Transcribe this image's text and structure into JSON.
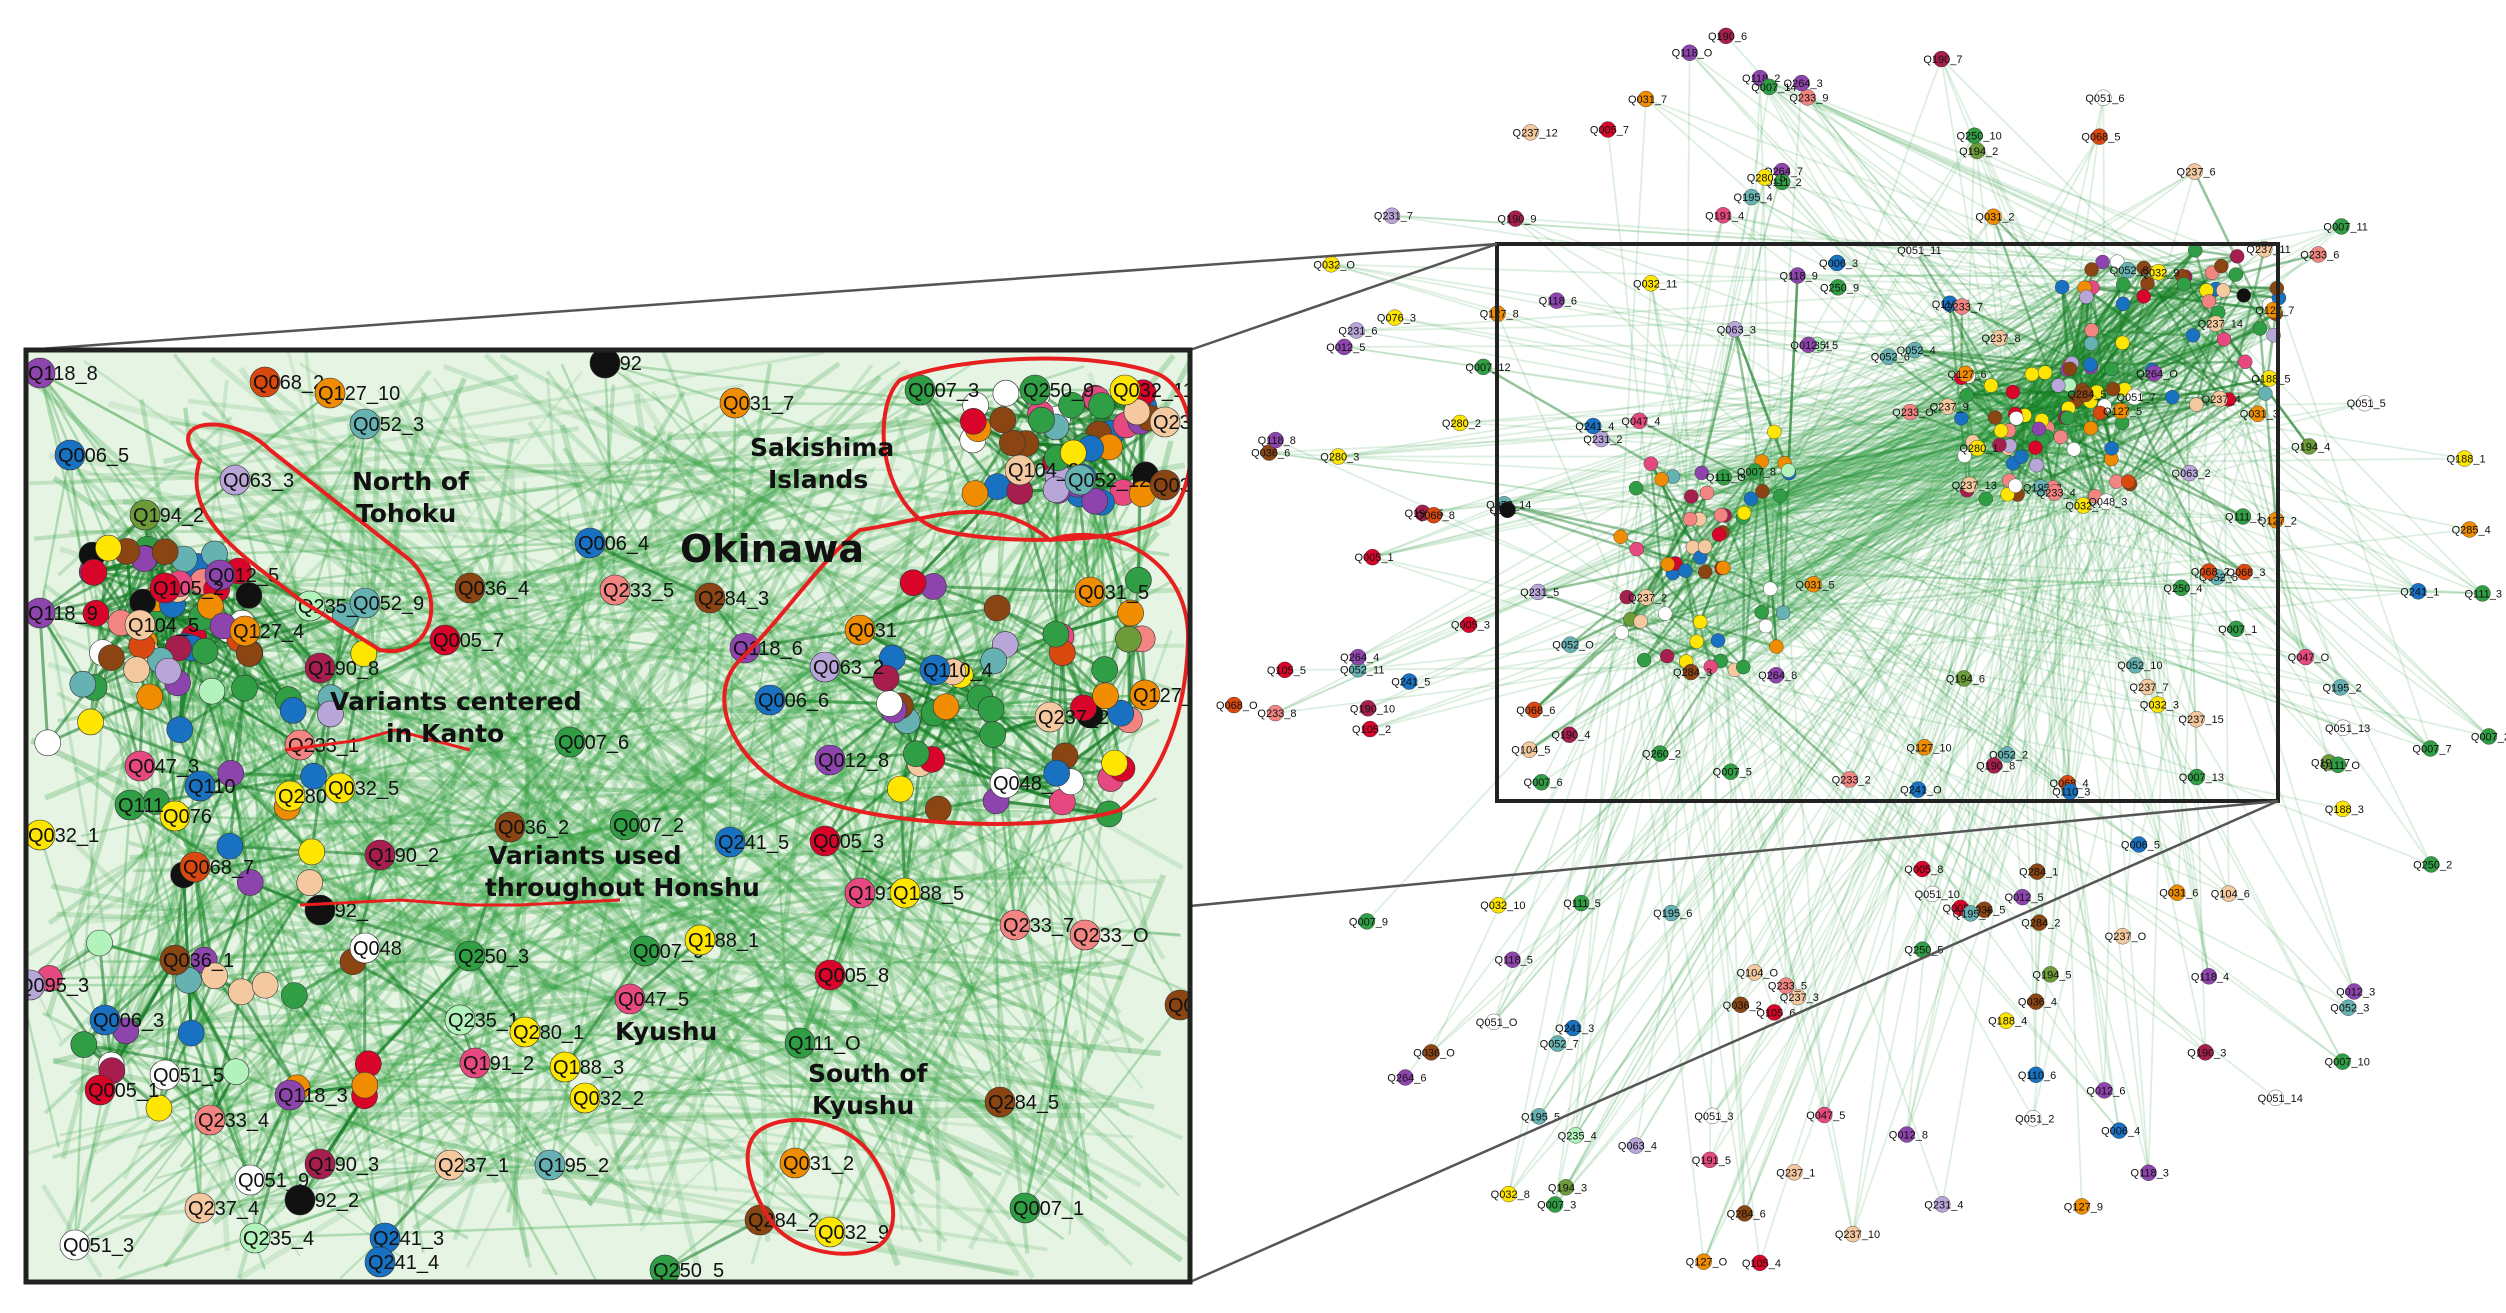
{
  "regions": {
    "okinawa": "Okinawa",
    "sakishima": [
      "Sakishima",
      "Islands"
    ],
    "north_tohoku": [
      "North of",
      "Tohoku"
    ],
    "kanto": [
      "Variants centered",
      "in Kanto"
    ],
    "honshu": [
      "Variants used",
      "throughout Honshu"
    ],
    "kyushu": "Kyushu",
    "south_kyushu": [
      "South of",
      "Kyushu"
    ]
  },
  "colors": {
    "edge": "#2e9e3c",
    "edge_dark": "#137a22",
    "highlight": "#e81f1f",
    "frame": "#222222"
  },
  "inset_nodes": [
    {
      "label": "Q118_8",
      "color": "#8e44ad"
    },
    {
      "label": "Q068_2",
      "color": "#d9480f"
    },
    {
      "label": "Q127_10",
      "color": "#f08c00"
    },
    {
      "label": "Q192",
      "color": "#111111"
    },
    {
      "label": "Q031_7",
      "color": "#f08c00"
    },
    {
      "label": "Q007_3",
      "color": "#2f9e44"
    },
    {
      "label": "Q250_9",
      "color": "#2f9e44"
    },
    {
      "label": "Q032_11",
      "color": "#ffe600"
    },
    {
      "label": "Q237_",
      "color": "#f5c9a0"
    },
    {
      "label": "Q052_3",
      "color": "#66b2b2"
    },
    {
      "label": "Q006_5",
      "color": "#1971c2"
    },
    {
      "label": "Q063_3",
      "color": "#b8a6d9"
    },
    {
      "label": "Q194_2",
      "color": "#6d9b3a"
    },
    {
      "label": "Q104_2",
      "color": "#f5c9a0"
    },
    {
      "label": "Q052_12",
      "color": "#66b2b2"
    },
    {
      "label": "Q036",
      "color": "#8b4513"
    },
    {
      "label": "Q006_4",
      "color": "#1971c2"
    },
    {
      "label": "Q012_5",
      "color": "#8e44ad"
    },
    {
      "label": "Q105_2",
      "color": "#d90429"
    },
    {
      "label": "Q036_4",
      "color": "#8b4513"
    },
    {
      "label": "Q233_5",
      "color": "#f28482"
    },
    {
      "label": "Q284_3",
      "color": "#8b4513"
    },
    {
      "label": "Q118_9",
      "color": "#8e44ad"
    },
    {
      "label": "Q104_5",
      "color": "#f5c9a0"
    },
    {
      "label": "Q127_4",
      "color": "#f08c00"
    },
    {
      "label": "Q235_",
      "color": "#b2f2bb"
    },
    {
      "label": "Q052_9",
      "color": "#66b2b2"
    },
    {
      "label": "Q005_7",
      "color": "#d90429"
    },
    {
      "label": "Q190_8",
      "color": "#a61e4d"
    },
    {
      "label": "Q118_6",
      "color": "#8e44ad"
    },
    {
      "label": "Q031",
      "color": "#f08c00"
    },
    {
      "label": "Q031_5",
      "color": "#f08c00"
    },
    {
      "label": "Q063_2",
      "color": "#b8a6d9"
    },
    {
      "label": "Q110_4",
      "color": "#1971c2"
    },
    {
      "label": "Q006_6",
      "color": "#1971c2"
    },
    {
      "label": "Q012_8",
      "color": "#8e44ad"
    },
    {
      "label": "Q127_",
      "color": "#f08c00"
    },
    {
      "label": "Q237_2",
      "color": "#f5c9a0"
    },
    {
      "label": "Q048_",
      "color": "#ffffff"
    },
    {
      "label": "Q007_6",
      "color": "#2f9e44"
    },
    {
      "label": "Q233_1",
      "color": "#f28482"
    },
    {
      "label": "Q047_3",
      "color": "#e64980"
    },
    {
      "label": "Q110",
      "color": "#1971c2"
    },
    {
      "label": "Q280",
      "color": "#ffe600"
    },
    {
      "label": "Q032_5",
      "color": "#ffe600"
    },
    {
      "label": "Q032_1",
      "color": "#ffe600"
    },
    {
      "label": "Q076",
      "color": "#ffe600"
    },
    {
      "label": "Q036_2",
      "color": "#8b4513"
    },
    {
      "label": "Q007_2",
      "color": "#2f9e44"
    },
    {
      "label": "Q241_5",
      "color": "#1971c2"
    },
    {
      "label": "Q005_3",
      "color": "#d90429"
    },
    {
      "label": "Q068_7",
      "color": "#d9480f"
    },
    {
      "label": "Q190_2",
      "color": "#a61e4d"
    },
    {
      "label": "Q191_5",
      "color": "#e64980"
    },
    {
      "label": "Q188_5",
      "color": "#ffe600"
    },
    {
      "label": "Q233_7",
      "color": "#f28482"
    },
    {
      "label": "Q233_O",
      "color": "#f28482"
    },
    {
      "label": "Q192_",
      "color": "#111111"
    },
    {
      "label": "Q048",
      "color": "#ffffff"
    },
    {
      "label": "Q250_3",
      "color": "#2f9e44"
    },
    {
      "label": "Q007_9",
      "color": "#2f9e44"
    },
    {
      "label": "Q188_1",
      "color": "#ffe600"
    },
    {
      "label": "Q036_1",
      "color": "#8b4513"
    },
    {
      "label": "Q005_8",
      "color": "#d90429"
    },
    {
      "label": "Q036_O",
      "color": "#8b4513"
    },
    {
      "label": "Q006_3",
      "color": "#1971c2"
    },
    {
      "label": "Q235_1",
      "color": "#b2f2bb"
    },
    {
      "label": "Q280_1",
      "color": "#ffe600"
    },
    {
      "label": "Q047_5",
      "color": "#e64980"
    },
    {
      "label": "Q111_O",
      "color": "#2f9e44"
    },
    {
      "label": "Q051_5",
      "color": "#ffffff"
    },
    {
      "label": "Q005_1",
      "color": "#d90429"
    },
    {
      "label": "Q191_2",
      "color": "#e64980"
    },
    {
      "label": "Q188_3",
      "color": "#ffe600"
    },
    {
      "label": "Q032_2",
      "color": "#ffe600"
    },
    {
      "label": "Q284_5",
      "color": "#8b4513"
    },
    {
      "label": "Q233_4",
      "color": "#f28482"
    },
    {
      "label": "Q118_3",
      "color": "#8e44ad"
    },
    {
      "label": "Q051_9",
      "color": "#ffffff"
    },
    {
      "label": "Q190_3",
      "color": "#a61e4d"
    },
    {
      "label": "Q237_1",
      "color": "#f5c9a0"
    },
    {
      "label": "Q195_2",
      "color": "#66b2b2"
    },
    {
      "label": "Q031_2",
      "color": "#f08c00"
    },
    {
      "label": "Q237_4",
      "color": "#f5c9a0"
    },
    {
      "label": "Q192_2",
      "color": "#111111"
    },
    {
      "label": "Q007_1",
      "color": "#2f9e44"
    },
    {
      "label": "Q284_2",
      "color": "#8b4513"
    },
    {
      "label": "Q032_9",
      "color": "#ffe600"
    },
    {
      "label": "Q051_3",
      "color": "#ffffff"
    },
    {
      "label": "Q235_4",
      "color": "#b2f2bb"
    },
    {
      "label": "Q241_3",
      "color": "#1971c2"
    },
    {
      "label": "Q241_4",
      "color": "#1971c2"
    },
    {
      "label": "Q250_5",
      "color": "#2f9e44"
    },
    {
      "label": "Q095_3",
      "color": "#b8a6d9"
    },
    {
      "label": "Q111",
      "color": "#2f9e44"
    }
  ],
  "overview_nodes": [
    {
      "label": "Q237_12",
      "color": "#f5c9a0"
    },
    {
      "label": "Q110_5",
      "color": "#1971c2"
    },
    {
      "label": "Q118_O",
      "color": "#8e44ad"
    },
    {
      "label": "Q264_7",
      "color": "#8e44ad"
    },
    {
      "label": "Q047_O",
      "color": "#e64980"
    },
    {
      "label": "Q051_2",
      "color": "#ffffff"
    },
    {
      "label": "Q250_10",
      "color": "#2f9e44"
    },
    {
      "label": "Q051_11",
      "color": "#ffffff"
    },
    {
      "label": "Q052_4",
      "color": "#66b2b2"
    },
    {
      "label": "Q264_6",
      "color": "#8e44ad"
    },
    {
      "label": "Q233_9",
      "color": "#f28482"
    },
    {
      "label": "Q068_O",
      "color": "#d9480f"
    },
    {
      "label": "Q051_14",
      "color": "#ffffff"
    },
    {
      "label": "Q032_4",
      "color": "#ffe600"
    },
    {
      "label": "Q005_6",
      "color": "#d90429"
    },
    {
      "label": "Q237_O",
      "color": "#f5c9a0"
    },
    {
      "label": "Q111_3",
      "color": "#2f9e44"
    },
    {
      "label": "Q032_O",
      "color": "#ffe600"
    },
    {
      "label": "Q111_2",
      "color": "#2f9e44"
    },
    {
      "label": "Q007_13",
      "color": "#2f9e44"
    },
    {
      "label": "Q111_1",
      "color": "#2f9e44"
    },
    {
      "label": "Q007_12",
      "color": "#2f9e44"
    },
    {
      "label": "Q063_4",
      "color": "#b8a6d9"
    },
    {
      "label": "Q194_7",
      "color": "#6d9b3a"
    },
    {
      "label": "Q047_4",
      "color": "#e64980"
    },
    {
      "label": "Q068_3",
      "color": "#d9480f"
    },
    {
      "label": "Q127_5",
      "color": "#f08c00"
    },
    {
      "label": "Q052_11",
      "color": "#66b2b2"
    },
    {
      "label": "Q231_6",
      "color": "#b8a6d9"
    },
    {
      "label": "Q036_5",
      "color": "#8b4513"
    },
    {
      "label": "Q250_9",
      "color": "#2f9e44"
    },
    {
      "label": "Q032_10",
      "color": "#ffe600"
    },
    {
      "label": "Q007_10",
      "color": "#2f9e44"
    },
    {
      "label": "Q012_6",
      "color": "#8e44ad"
    },
    {
      "label": "Q191_4",
      "color": "#e64980"
    },
    {
      "label": "Q190_10",
      "color": "#a61e4d"
    },
    {
      "label": "Q104_O",
      "color": "#f5c9a0"
    },
    {
      "label": "Q118_2",
      "color": "#8e44ad"
    },
    {
      "label": "Q190_5",
      "color": "#a61e4d"
    },
    {
      "label": "Q052_O",
      "color": "#66b2b2"
    },
    {
      "label": "Q280_2",
      "color": "#ffe600"
    },
    {
      "label": "Q052_6",
      "color": "#66b2b2"
    },
    {
      "label": "Q190_6",
      "color": "#a61e4d"
    },
    {
      "label": "Q195_3",
      "color": "#66b2b2"
    },
    {
      "label": "Q235_5",
      "color": "#b2f2bb"
    },
    {
      "label": "Q195_7",
      "color": "#66b2b2"
    },
    {
      "label": "Q241_O",
      "color": "#1971c2"
    },
    {
      "label": "Q052_14",
      "color": "#66b2b2"
    },
    {
      "label": "Q284_6",
      "color": "#8b4513"
    },
    {
      "label": "Q032_8",
      "color": "#ffe600"
    },
    {
      "label": "Q007_7",
      "color": "#2f9e44"
    },
    {
      "label": "Q068_6",
      "color": "#d9480f"
    },
    {
      "label": "Q237_10",
      "color": "#f5c9a0"
    },
    {
      "label": "Q031_3",
      "color": "#f08c00"
    },
    {
      "label": "Q051_10",
      "color": "#ffffff"
    },
    {
      "label": "Q036_6",
      "color": "#8b4513"
    },
    {
      "label": "Q237_3",
      "color": "#f5c9a0"
    },
    {
      "label": "Q237_9",
      "color": "#f5c9a0"
    },
    {
      "label": "Q284_1",
      "color": "#8b4513"
    },
    {
      "label": "Q012_4",
      "color": "#8e44ad"
    },
    {
      "label": "Q052_10",
      "color": "#66b2b2"
    },
    {
      "label": "Q118_3",
      "color": "#8e44ad"
    },
    {
      "label": "Q032_3",
      "color": "#ffe600"
    },
    {
      "label": "Q188_4",
      "color": "#ffe600"
    },
    {
      "label": "Q233_8",
      "color": "#f28482"
    },
    {
      "label": "Q237_8",
      "color": "#f5c9a0"
    },
    {
      "label": "Q241_1",
      "color": "#1971c2"
    },
    {
      "label": "Q260_2",
      "color": "#2f9e44"
    },
    {
      "label": "Q190_7",
      "color": "#a61e4d"
    },
    {
      "label": "Q007_5",
      "color": "#2f9e44"
    },
    {
      "label": "Q012_5",
      "color": "#8e44ad"
    },
    {
      "label": "Q190_4",
      "color": "#a61e4d"
    },
    {
      "label": "Q105_4",
      "color": "#d90429"
    },
    {
      "label": "Q068_4",
      "color": "#d9480f"
    },
    {
      "label": "Q195_6",
      "color": "#66b2b2"
    },
    {
      "label": "Q194_3",
      "color": "#6d9b3a"
    },
    {
      "label": "Q051_13",
      "color": "#ffffff"
    },
    {
      "label": "Q194_5",
      "color": "#6d9b3a"
    },
    {
      "label": "Q127_6",
      "color": "#f08c00"
    },
    {
      "label": "Q076_3",
      "color": "#ffe600"
    },
    {
      "label": "Q280_3",
      "color": "#ffe600"
    },
    {
      "label": "Q105_6",
      "color": "#d90429"
    },
    {
      "label": "Q110_6",
      "color": "#1971c2"
    },
    {
      "label": "Q111_5",
      "color": "#2f9e44"
    },
    {
      "label": "Q007_8",
      "color": "#2f9e44"
    },
    {
      "label": "Q237_7",
      "color": "#f5c9a0"
    },
    {
      "label": "Q031_6",
      "color": "#f08c00"
    },
    {
      "label": "Q052_7",
      "color": "#66b2b2"
    },
    {
      "label": "Q007_11",
      "color": "#2f9e44"
    },
    {
      "label": "Q194_6",
      "color": "#6d9b3a"
    },
    {
      "label": "Q007_14",
      "color": "#2f9e44"
    },
    {
      "label": "Q127_7",
      "color": "#f08c00"
    },
    {
      "label": "Q127_O",
      "color": "#f08c00"
    },
    {
      "label": "Q110_3",
      "color": "#1971c2"
    },
    {
      "label": "Q264_4",
      "color": "#8e44ad"
    },
    {
      "label": "Q231_4",
      "color": "#b8a6d9"
    },
    {
      "label": "Q231_7",
      "color": "#b8a6d9"
    },
    {
      "label": "Q237_6",
      "color": "#f5c9a0"
    },
    {
      "label": "Q051_O",
      "color": "#ffffff"
    },
    {
      "label": "Q127_9",
      "color": "#f08c00"
    },
    {
      "label": "Q052_2",
      "color": "#66b2b2"
    },
    {
      "label": "Q012_3",
      "color": "#8e44ad"
    },
    {
      "label": "Q250_4",
      "color": "#2f9e44"
    },
    {
      "label": "Q237_14",
      "color": "#f5c9a0"
    },
    {
      "label": "Q233_2",
      "color": "#f28482"
    },
    {
      "label": "Q190_9",
      "color": "#a61e4d"
    },
    {
      "label": "Q195_4",
      "color": "#66b2b2"
    },
    {
      "label": "Q104_6",
      "color": "#f5c9a0"
    },
    {
      "label": "Q127_8",
      "color": "#f08c00"
    },
    {
      "label": "Q285_4",
      "color": "#f08c00"
    },
    {
      "label": "Q280_5",
      "color": "#ffe600"
    },
    {
      "label": "Q231_5",
      "color": "#b8a6d9"
    },
    {
      "label": "Q237_13",
      "color": "#f5c9a0"
    },
    {
      "label": "Q051_7",
      "color": "#ffffff"
    },
    {
      "label": "Q233_6",
      "color": "#f28482"
    },
    {
      "label": "Q231_2",
      "color": "#b8a6d9"
    },
    {
      "label": "Q264_3",
      "color": "#8e44ad"
    },
    {
      "label": "Q052_5",
      "color": "#66b2b2"
    },
    {
      "label": "Q068_5",
      "color": "#d9480f"
    },
    {
      "label": "Q264_O",
      "color": "#8e44ad"
    },
    {
      "label": "Q195_5",
      "color": "#66b2b2"
    },
    {
      "label": "Q051_6",
      "color": "#ffffff"
    },
    {
      "label": "Q237_11",
      "color": "#f5c9a0"
    },
    {
      "label": "Q118_5",
      "color": "#8e44ad"
    },
    {
      "label": "Q068_8",
      "color": "#d9480f"
    },
    {
      "label": "Q264_8",
      "color": "#8e44ad"
    },
    {
      "label": "Q052_8",
      "color": "#66b2b2"
    },
    {
      "label": "Q105_5",
      "color": "#d90429"
    },
    {
      "label": "Q192",
      "color": "#111111"
    },
    {
      "label": "Q111_O",
      "color": "#2f9e44"
    },
    {
      "label": "Q007_3",
      "color": "#2f9e44"
    },
    {
      "label": "Q250_2",
      "color": "#2f9e44"
    },
    {
      "label": "Q032_11",
      "color": "#ffe600"
    },
    {
      "label": "Q237_15",
      "color": "#f5c9a0"
    },
    {
      "label": "Q006_4",
      "color": "#1971c2"
    },
    {
      "label": "Q036_4",
      "color": "#8b4513"
    },
    {
      "label": "Q233_5",
      "color": "#f28482"
    },
    {
      "label": "Q284_3",
      "color": "#8b4513"
    },
    {
      "label": "Q118_6",
      "color": "#8e44ad"
    },
    {
      "label": "Q063_2",
      "color": "#b8a6d9"
    },
    {
      "label": "Q031_5",
      "color": "#f08c00"
    },
    {
      "label": "Q127_2",
      "color": "#f08c00"
    },
    {
      "label": "Q012_8",
      "color": "#8e44ad"
    },
    {
      "label": "Q007_6",
      "color": "#2f9e44"
    },
    {
      "label": "Q241_5",
      "color": "#1971c2"
    },
    {
      "label": "Q005_3",
      "color": "#d90429"
    },
    {
      "label": "Q036_2",
      "color": "#8b4513"
    },
    {
      "label": "Q007_2",
      "color": "#2f9e44"
    },
    {
      "label": "Q188_5",
      "color": "#ffe600"
    },
    {
      "label": "Q191_5",
      "color": "#e64980"
    },
    {
      "label": "Q233_7",
      "color": "#f28482"
    },
    {
      "label": "Q233_O",
      "color": "#f28482"
    },
    {
      "label": "Q188_1",
      "color": "#ffe600"
    },
    {
      "label": "Q007_9",
      "color": "#2f9e44"
    },
    {
      "label": "Q005_8",
      "color": "#d90429"
    },
    {
      "label": "Q036_O",
      "color": "#8b4513"
    },
    {
      "label": "Q111_O",
      "color": "#2f9e44"
    },
    {
      "label": "Q284_5",
      "color": "#8b4513"
    },
    {
      "label": "Q031_2",
      "color": "#f08c00"
    },
    {
      "label": "Q032_9",
      "color": "#ffe600"
    },
    {
      "label": "Q007_1",
      "color": "#2f9e44"
    },
    {
      "label": "Q284_2",
      "color": "#8b4513"
    },
    {
      "label": "Q250_5",
      "color": "#2f9e44"
    },
    {
      "label": "Q194_4",
      "color": "#6d9b3a"
    },
    {
      "label": "Q241_3",
      "color": "#1971c2"
    },
    {
      "label": "Q241_4",
      "color": "#1971c2"
    },
    {
      "label": "Q235_4",
      "color": "#b2f2bb"
    },
    {
      "label": "Q237_4",
      "color": "#f5c9a0"
    },
    {
      "label": "Q233_4",
      "color": "#f28482"
    },
    {
      "label": "Q195_2",
      "color": "#66b2b2"
    },
    {
      "label": "Q237_1",
      "color": "#f5c9a0"
    },
    {
      "label": "Q051_3",
      "color": "#ffffff"
    },
    {
      "label": "Q005_1",
      "color": "#d90429"
    },
    {
      "label": "Q006_3",
      "color": "#1971c2"
    },
    {
      "label": "Q051_5",
      "color": "#ffffff"
    },
    {
      "label": "Q194_2",
      "color": "#6d9b3a"
    },
    {
      "label": "Q006_5",
      "color": "#1971c2"
    },
    {
      "label": "Q063_3",
      "color": "#b8a6d9"
    },
    {
      "label": "Q118_8",
      "color": "#8e44ad"
    },
    {
      "label": "Q068_2",
      "color": "#d9480f"
    },
    {
      "label": "Q127_10",
      "color": "#f08c00"
    },
    {
      "label": "Q031_7",
      "color": "#f08c00"
    },
    {
      "label": "Q052_3",
      "color": "#66b2b2"
    },
    {
      "label": "Q104_5",
      "color": "#f5c9a0"
    },
    {
      "label": "Q105_2",
      "color": "#d90429"
    },
    {
      "label": "Q012_5",
      "color": "#8e44ad"
    },
    {
      "label": "Q118_9",
      "color": "#8e44ad"
    },
    {
      "label": "Q190_8",
      "color": "#a61e4d"
    },
    {
      "label": "Q005_7",
      "color": "#d90429"
    },
    {
      "label": "Q047_5",
      "color": "#e64980"
    },
    {
      "label": "Q188_3",
      "color": "#ffe600"
    },
    {
      "label": "Q280_1",
      "color": "#ffe600"
    },
    {
      "label": "Q190_3",
      "color": "#a61e4d"
    },
    {
      "label": "Q118_4",
      "color": "#8e44ad"
    },
    {
      "label": "Q237_2",
      "color": "#f5c9a0"
    },
    {
      "label": "Q048_3",
      "color": "#ffffff"
    }
  ]
}
